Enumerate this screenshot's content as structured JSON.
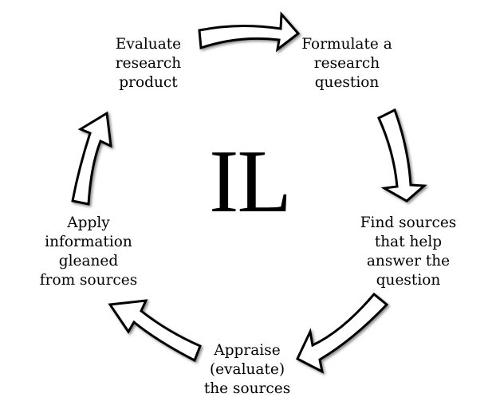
{
  "diagram": {
    "center_label": "IL",
    "steps": [
      {
        "label": "Formulate a\nresearch\nquestion"
      },
      {
        "label": "Find sources\nthat help\nanswer the\nquestion"
      },
      {
        "label": "Appraise\n(evaluate)\nthe sources"
      },
      {
        "label": "Apply\ninformation\ngleaned\nfrom sources"
      },
      {
        "label": "Evaluate\nresearch\nproduct"
      }
    ],
    "arrow_fill": "#ffffff",
    "arrow_stroke": "#000000"
  }
}
